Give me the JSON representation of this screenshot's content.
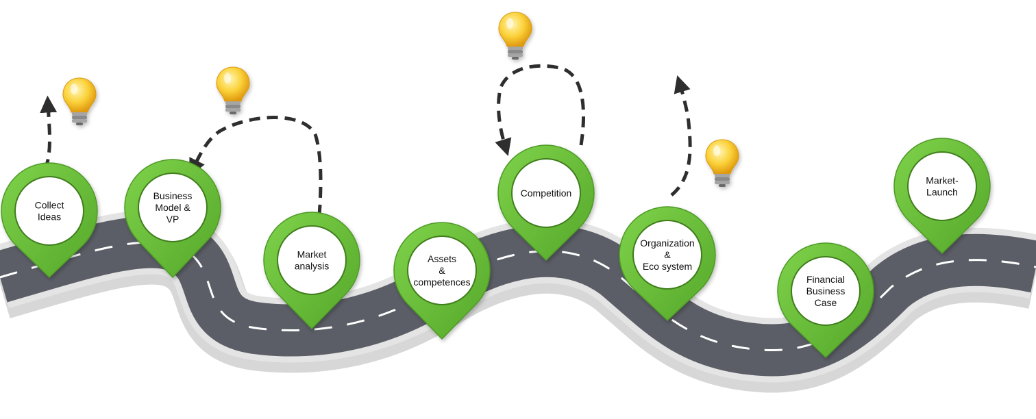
{
  "colors": {
    "pin_green": "#6cc33a",
    "pin_green_dark": "#4e9a25",
    "road_asphalt": "#5b5e66",
    "road_border": "#e4e4e4",
    "lane_marking": "#ffffff",
    "arrow": "#2e2e2e",
    "bulb_glass": "#fbd23a",
    "bulb_base": "#a5a5a5"
  },
  "icons": {
    "bulb": "light-bulb-icon",
    "arrow": "dashed-arrow-icon",
    "pin": "map-pin-icon"
  },
  "milestones": [
    {
      "id": "collect-ideas",
      "lines": [
        "Collect",
        "Ideas"
      ]
    },
    {
      "id": "business-model",
      "lines": [
        "Business",
        "Model &",
        "VP"
      ]
    },
    {
      "id": "market-analysis",
      "lines": [
        "Market",
        "analysis"
      ]
    },
    {
      "id": "assets-competences",
      "lines": [
        "Assets",
        "&",
        "competences"
      ]
    },
    {
      "id": "competition",
      "lines": [
        "Competition"
      ]
    },
    {
      "id": "organization",
      "lines": [
        "Organization",
        "&",
        "Eco system"
      ]
    },
    {
      "id": "financial-case",
      "lines": [
        "Financial",
        "Business",
        "Case"
      ]
    },
    {
      "id": "market-launch",
      "lines": [
        "Market-",
        "Launch"
      ]
    }
  ]
}
